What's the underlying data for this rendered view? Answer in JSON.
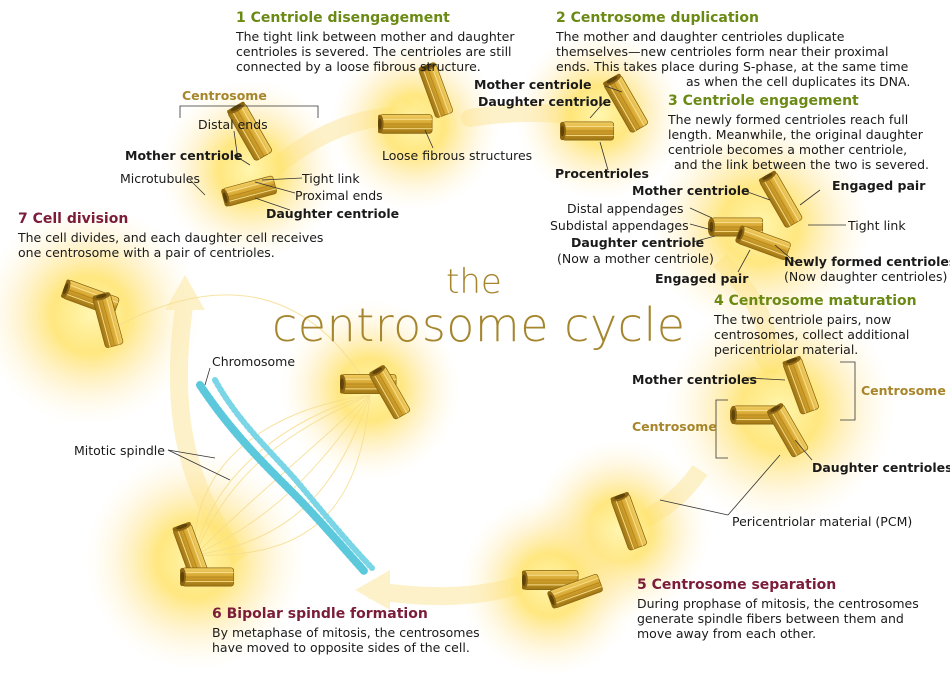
{
  "title": {
    "line1": "the",
    "line2": "centrosome cycle"
  },
  "steps": {
    "s1": {
      "heading": "1 Centriole disengagement",
      "text": [
        "The tight link between mother and daughter",
        "centrioles is severed. The centrioles are still",
        "connected by a loose fibrous structure."
      ]
    },
    "s2": {
      "heading": "2 Centrosome duplication",
      "text": [
        "The mother and daughter centrioles duplicate",
        "themselves—new centrioles form near their proximal",
        "ends. This takes place during S-phase, at the same time",
        "as when the cell duplicates its DNA."
      ]
    },
    "s3": {
      "heading": "3 Centriole engagement",
      "text": [
        "The newly formed centrioles reach full",
        "length. Meanwhile, the original daughter",
        "centriole becomes a mother centriole,",
        "and the link between the two is severed."
      ]
    },
    "s4": {
      "heading": "4 Centrosome maturation",
      "text": [
        "The two centriole pairs, now",
        "centrosomes, collect additional",
        "pericentriolar material."
      ]
    },
    "s5": {
      "heading": "5 Centrosome separation",
      "text": [
        "During prophase of mitosis, the centrosomes",
        "generate spindle fibers between them and",
        "move away from each other."
      ]
    },
    "s6": {
      "heading": "6 Bipolar spindle formation",
      "text": [
        "By metaphase of mitosis, the centrosomes",
        "have moved to opposite sides of the cell."
      ]
    },
    "s7": {
      "heading": "7 Cell division",
      "text": [
        "The cell divides, and each daughter cell receives",
        "one centrosome with a pair of centrioles."
      ]
    }
  },
  "labels": {
    "centrosome_top": "Centrosome",
    "distal_ends": "Distal ends",
    "mother_centriole_1": "Mother centriole",
    "microtubules": "Microtubules",
    "tight_link_1": "Tight link",
    "proximal_ends": "Proximal ends",
    "daughter_centriole_1": "Daughter centriole",
    "loose_fibrous": "Loose fibrous structures",
    "mother_centriole_2": "Mother centriole",
    "daughter_centriole_2": "Daughter centriole",
    "procentrioles": "Procentrioles",
    "mother_centriole_3": "Mother centriole",
    "engaged_pair_1": "Engaged pair",
    "distal_appendages": "Distal appendages",
    "subdistal_appendages": "Subdistal appendages",
    "tight_link_3": "Tight link",
    "daughter_centriole_3": "Daughter centriole",
    "now_mother": "(Now a mother centriole)",
    "newly_formed": "Newly formed centrioles",
    "now_daughter": "(Now daughter centrioles)",
    "engaged_pair_2": "Engaged pair",
    "mother_centrioles_4": "Mother centrioles",
    "centrosome_4a": "Centrosome",
    "centrosome_4b": "Centrosome",
    "daughter_centrioles_4": "Daughter centrioles",
    "pcm": "Pericentriolar material (PCM)",
    "chromosome": "Chromosome",
    "mitotic_spindle": "Mitotic spindle"
  },
  "colors": {
    "heading_green": "#6a8a14",
    "heading_maroon": "#7b1d3a",
    "title_gold": "#a5862f",
    "glow": "#ffe36a",
    "centriole": "#d4a62e",
    "chromosome": "#5cc8dc"
  }
}
